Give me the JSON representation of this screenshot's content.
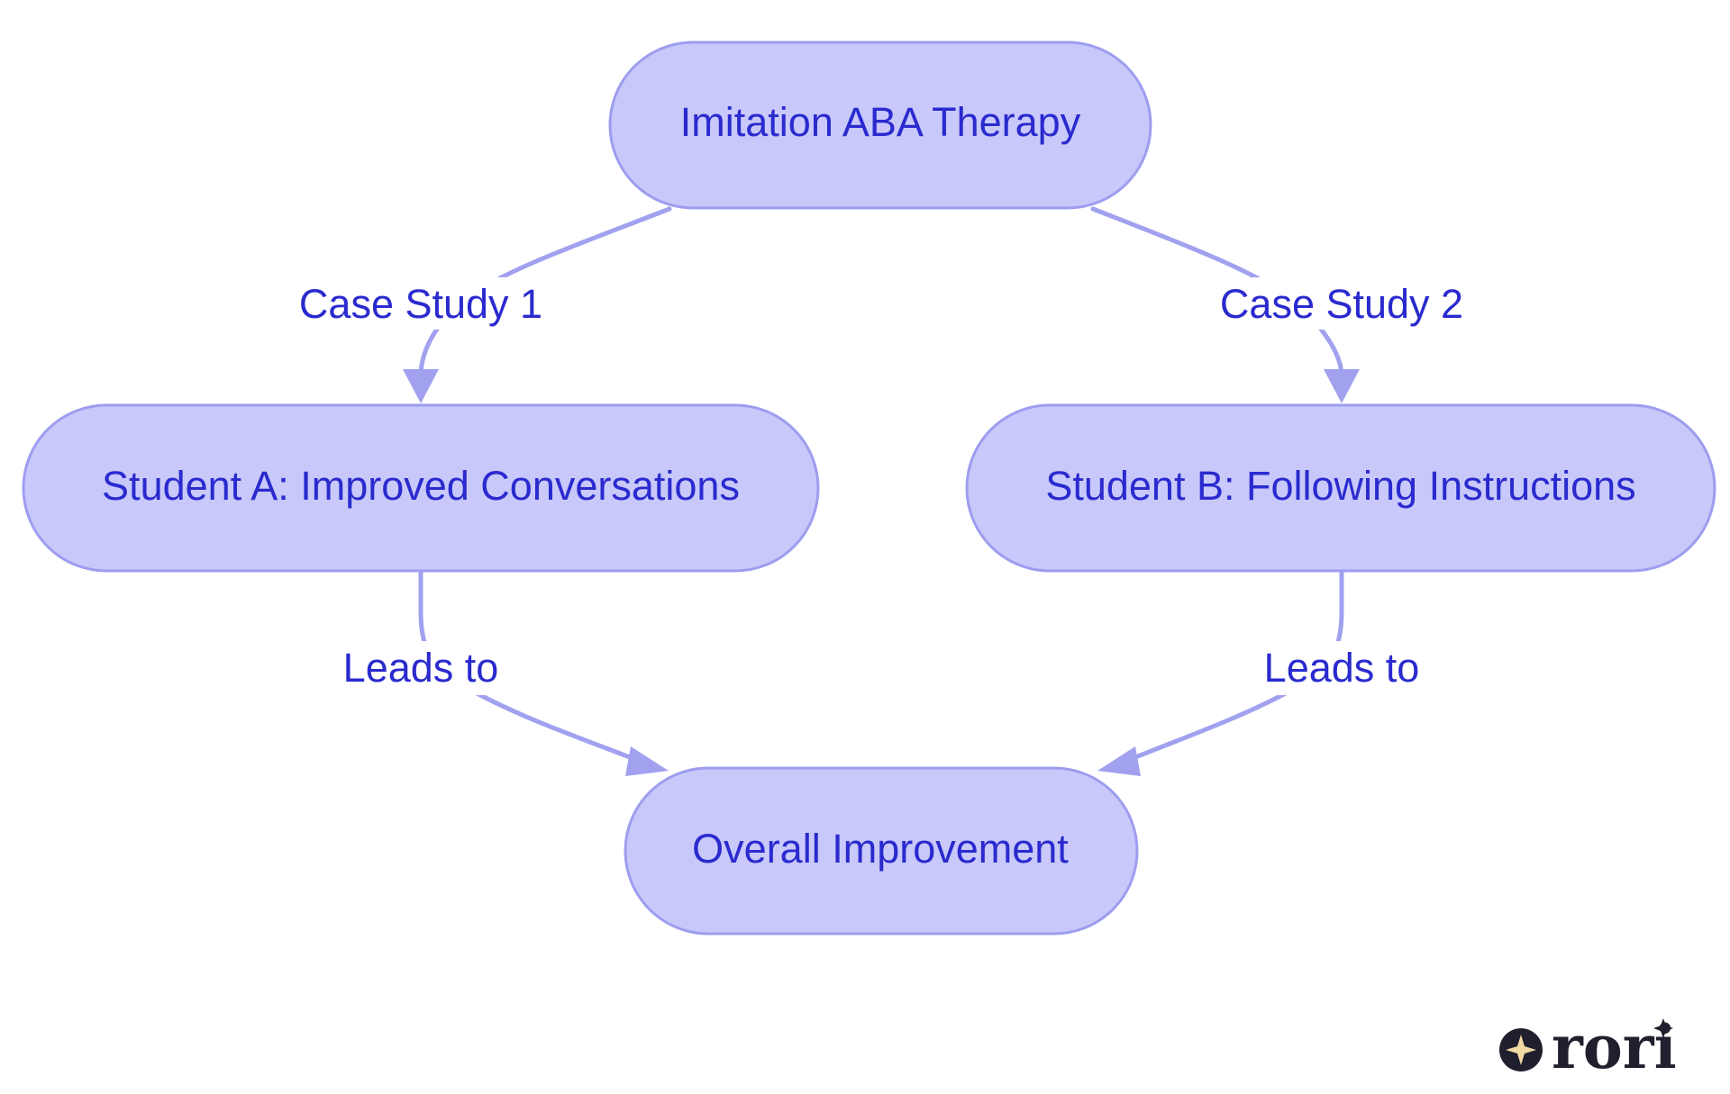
{
  "nodes": {
    "therapy": "Imitation ABA Therapy",
    "student_a": "Student A: Improved Conversations",
    "student_b": "Student B: Following Instructions",
    "overall": "Overall Improvement"
  },
  "edges": {
    "case1": "Case Study 1",
    "case2": "Case Study 2",
    "leads_a": "Leads to",
    "leads_b": "Leads to"
  },
  "colors": {
    "node_fill": "#c8c8fa",
    "node_stroke": "#9d9df0",
    "edge": "#a1a1f0",
    "text": "#2a2acf",
    "logo": "#1f1f2e"
  },
  "logo": {
    "text": "rori",
    "icon": "sparkle-icon"
  }
}
